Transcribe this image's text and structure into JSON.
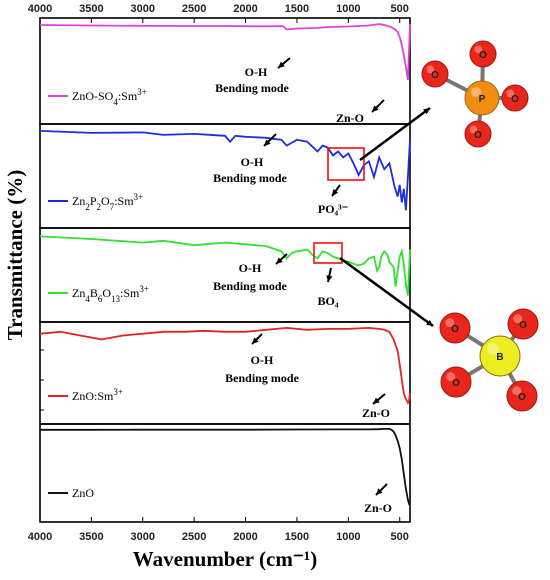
{
  "chart_data": {
    "type": "line",
    "title": "",
    "xlabel": "Wavenumber (cm⁻¹)",
    "ylabel": "Transmittance (%)",
    "xlim": [
      4000,
      400
    ],
    "x_reversed": true,
    "xticks": [
      4000,
      3500,
      3000,
      2500,
      2000,
      1500,
      1000,
      500
    ],
    "grid": false,
    "series": [
      {
        "name": "ZnO-SO4:Sm3+",
        "color": "#e040e0",
        "x": [
          4000,
          3500,
          3000,
          2500,
          2200,
          2000,
          1800,
          1640,
          1600,
          1500,
          1300,
          1200,
          1000,
          800,
          700,
          650,
          600,
          550,
          520,
          500,
          480,
          460,
          440,
          420,
          410,
          400
        ],
        "y": [
          3.0,
          3.5,
          3.8,
          4.0,
          4.0,
          4.2,
          4.3,
          4.0,
          7.5,
          6.5,
          6.0,
          5.0,
          4.5,
          3.5,
          2.0,
          3.0,
          4.5,
          7.0,
          10,
          15,
          23,
          33,
          45,
          58,
          30,
          2
        ]
      },
      {
        "name": "Zn2P2O7:Sm3+",
        "color": "#1d2ee0",
        "x": [
          4000,
          3500,
          3000,
          2800,
          2500,
          2200,
          2150,
          2100,
          2000,
          1800,
          1650,
          1600,
          1500,
          1400,
          1300,
          1250,
          1200,
          1150,
          1100,
          1050,
          1000,
          950,
          900,
          850,
          800,
          750,
          700,
          650,
          600,
          550,
          520,
          500,
          480,
          460,
          440,
          420,
          400
        ],
        "y": [
          3.0,
          5.0,
          4.5,
          7.0,
          6.0,
          8.0,
          14,
          8.0,
          9.0,
          10,
          12,
          18,
          12,
          14,
          24,
          18,
          20,
          28,
          24,
          30,
          26,
          36,
          48,
          38,
          34,
          50,
          30,
          42,
          36,
          60,
          70,
          58,
          76,
          62,
          84,
          50,
          12
        ]
      },
      {
        "name": "Zn4B6O13:Sm3+",
        "color": "#33e033",
        "x": [
          4000,
          3500,
          3000,
          2800,
          2500,
          2200,
          2000,
          1800,
          1650,
          1600,
          1550,
          1500,
          1400,
          1350,
          1300,
          1250,
          1200,
          1150,
          1100,
          1050,
          1000,
          950,
          900,
          850,
          800,
          750,
          720,
          700,
          680,
          650,
          620,
          600,
          560,
          540,
          520,
          500,
          480,
          460,
          440,
          420,
          400
        ],
        "y": [
          5.0,
          8.0,
          12,
          10,
          15,
          12,
          14,
          16,
          22,
          30,
          24,
          22,
          20,
          26,
          30,
          22,
          24,
          28,
          30,
          32,
          34,
          36,
          38,
          36,
          30,
          28,
          44,
          40,
          28,
          22,
          26,
          34,
          40,
          62,
          44,
          28,
          22,
          36,
          60,
          72,
          20
        ]
      },
      {
        "name": "ZnO:Sm3+",
        "color": "#e82222",
        "x": [
          4000,
          3800,
          3600,
          3400,
          3200,
          3000,
          2800,
          2600,
          2400,
          2200,
          2000,
          1800,
          1600,
          1400,
          1200,
          1000,
          800,
          700,
          650,
          600,
          560,
          520,
          500,
          480,
          460,
          440,
          420,
          410,
          400
        ],
        "y": [
          8.0,
          6.0,
          10,
          14,
          10,
          8.0,
          6.0,
          6.0,
          5.0,
          6.0,
          6.0,
          4.0,
          2.0,
          4.0,
          3.0,
          3.0,
          2.0,
          3.0,
          4.0,
          6.0,
          14,
          26,
          40,
          56,
          70,
          76,
          80,
          78,
          70
        ]
      },
      {
        "name": "ZnO",
        "color": "#111111",
        "x": [
          4000,
          3500,
          3000,
          2500,
          2000,
          1500,
          1000,
          800,
          700,
          650,
          620,
          600,
          580,
          560,
          540,
          520,
          500,
          480,
          460,
          440,
          420,
          410,
          400
        ],
        "y": [
          2.0,
          2.0,
          1.8,
          1.8,
          1.8,
          1.6,
          1.5,
          1.5,
          1.3,
          1.0,
          1.0,
          1.0,
          2.0,
          4.0,
          8.0,
          14,
          22,
          34,
          50,
          66,
          78,
          82,
          80
        ]
      }
    ],
    "annotations": {
      "oh": "O-H",
      "bending": "Bending mode",
      "zno": "Zn-O",
      "po4": "PO₄³⁻",
      "bo4": "BO₄"
    },
    "legend": {
      "s0": {
        "base": "ZnO-SO",
        "sub": "4",
        "tail": ":Sm",
        "sup": "3+"
      },
      "s1": [
        [
          "Zn",
          ""
        ],
        [
          "2",
          "sub"
        ],
        [
          "P",
          ""
        ],
        [
          "2",
          "sub"
        ],
        [
          "O",
          ""
        ],
        [
          "7",
          "sub"
        ],
        [
          ":Sm",
          ""
        ],
        [
          "3+",
          "sup"
        ]
      ],
      "s2": [
        [
          "Zn",
          ""
        ],
        [
          "4",
          "sub"
        ],
        [
          "B",
          ""
        ],
        [
          "6",
          "sub"
        ],
        [
          "O",
          ""
        ],
        [
          "13",
          "sub"
        ],
        [
          ":Sm",
          ""
        ],
        [
          "3+",
          "sup"
        ]
      ],
      "s3": [
        [
          "ZnO:Sm",
          ""
        ],
        [
          "3+",
          "sup"
        ]
      ],
      "s4": [
        [
          "ZnO",
          ""
        ]
      ]
    },
    "molecules": {
      "phosphate": {
        "center": "P",
        "outer": [
          "O",
          "O",
          "O",
          "O"
        ],
        "center_color": "#f28c13",
        "outer_color": "#e8261b"
      },
      "borate": {
        "center": "B",
        "outer": [
          "O",
          "O",
          "O",
          "O"
        ],
        "center_color": "#ecec22",
        "outer_color": "#e8261b"
      }
    }
  }
}
